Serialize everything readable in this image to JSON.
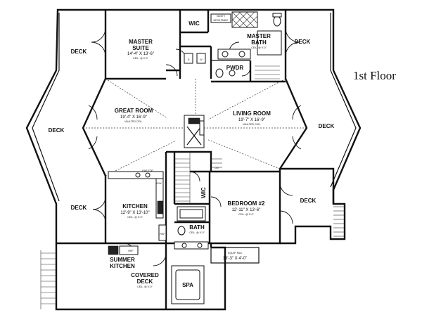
{
  "floor_title": "1st Floor",
  "rooms": {
    "master_suite": {
      "name": "MASTER",
      "name2": "SUITE",
      "dims": "14'-4\" X 13'-6\"",
      "ceil": "CEIL. @ 9'-0\""
    },
    "wic_top": {
      "name": "WIC"
    },
    "vanity": {
      "name": "VANITY",
      "name2": "DESKTABLE"
    },
    "master_bath": {
      "name": "MASTER",
      "name2": "BATH",
      "ceil": "CEIL. @ 9'-0\""
    },
    "pwdr": {
      "name": "PWDR"
    },
    "great_room": {
      "name": "GREAT ROOM",
      "dims": "19'-4\" X 16'-9\"",
      "ceil": "VAULTED CEIL."
    },
    "living_room": {
      "name": "LIVING ROOM",
      "dims": "19'-7\" X 16'-9\"",
      "ceil": "VAULTED CEIL."
    },
    "kitchen": {
      "name": "KITCHEN",
      "dims": "12'-9\" X 13'-10\"",
      "ceil": "CEIL. @ 9'-0\""
    },
    "bedroom2": {
      "name": "BEDROOM #2",
      "dims": "12'-11\" X 13'-6\"",
      "ceil": "CEIL. @ 9'-0\""
    },
    "wic_bed": {
      "name": "WIC"
    },
    "bath": {
      "name": "BATH",
      "ceil": "CEIL. @ 9'-0\""
    },
    "summer_kitchen": {
      "name": "SUMMER",
      "name2": "KITCHEN"
    },
    "covered_deck": {
      "name": "COVERED",
      "name2": "DECK",
      "ceil": "CEIL. @ 9'-0\""
    },
    "spa": {
      "name": "SPA"
    },
    "equip_pad": {
      "name": "EQUIP. PAD",
      "dims": "13'-3\" X 4'-0\""
    }
  },
  "decks": {
    "deck_top_left": "DECK",
    "deck_top_right": "DECK",
    "deck_mid_left": "DECK",
    "deck_mid_right": "DECK",
    "deck_low_left": "DECK",
    "deck_low_right": "DECK"
  },
  "fixtures": {
    "ref": "REF",
    "dw": "D/W",
    "bar_top": "BAR TOP",
    "ref_summer": "REF",
    "dn": "DN",
    "wd_w": "W",
    "wd_d": "D"
  }
}
